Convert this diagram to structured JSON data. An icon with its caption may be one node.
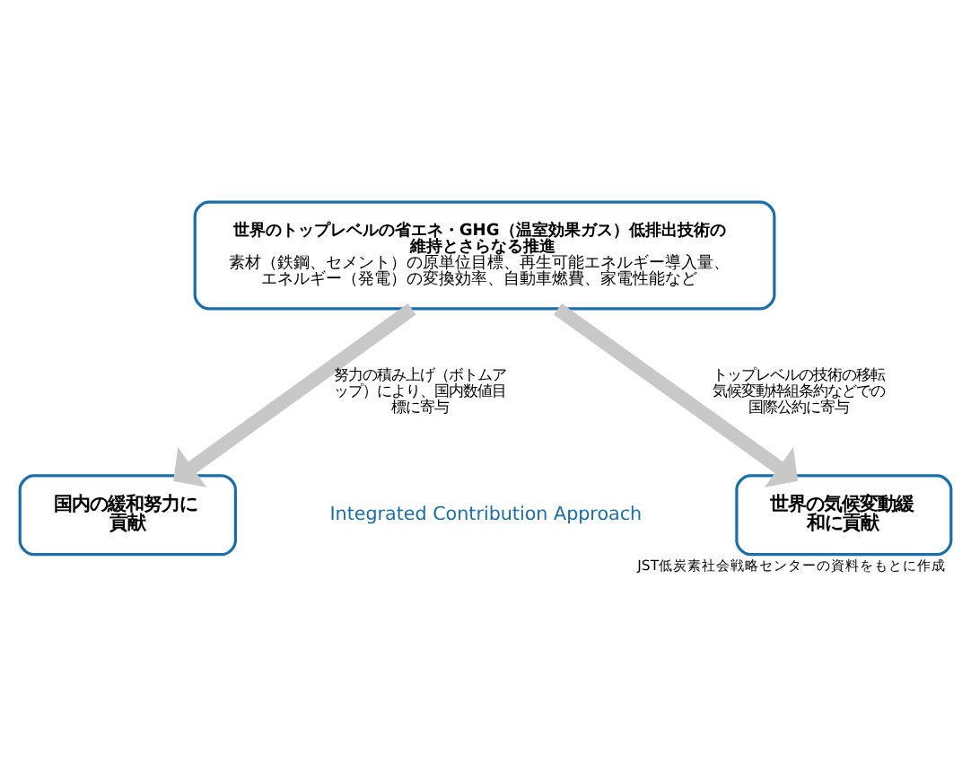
{
  "diagram": {
    "caption": "JST低炭素社会戦略センターの資料をもとに作成",
    "nodes": [
      {
        "text": [
          "世界のトップレベルの省エネ・GHG（温室効果ガス）低排出技術の維持とさらなる推進",
          "素材（鉄鋼、セメント）の原単位目標、再生可能エネルギー導入量、エネルギー（発電）の変換効率、自動車燃費、家電性能など"
        ]
      },
      {
        "text": [
          "国内の緩和努力に貢献"
        ]
      },
      {
        "text": [
          "世界の気候変動緩和に貢献"
        ]
      }
    ],
    "edges": [
      {
        "from": 0,
        "to": 1,
        "arrow": "to",
        "label": "努力の積み上げ（ボトムアップ）により、国内数値目標に寄与"
      },
      {
        "from": 0,
        "to": 2,
        "arrow": "to",
        "label": "トップレベルの技術の移転気候変動枠組条約などでの国際公約に寄与"
      }
    ],
    "labels": [
      "Integrated Contribution Approach"
    ]
  }
}
